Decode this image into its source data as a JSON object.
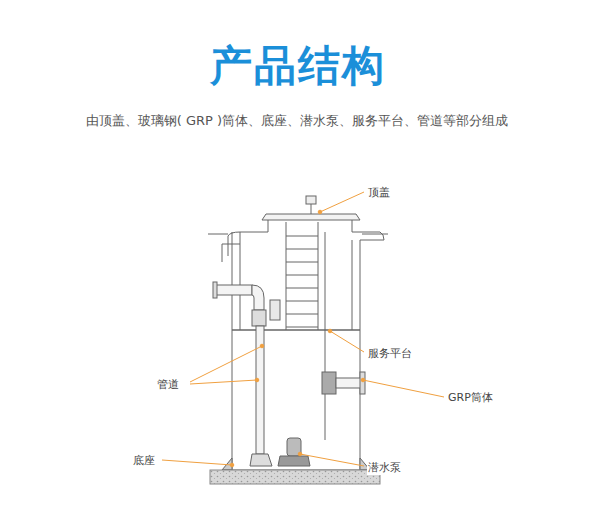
{
  "diagram": {
    "title": "产品结构",
    "labels": [
      "由顶盖、玻璃钢( GRP )筒体、底座、潜水泵、服务平台、管道等部分组成",
      "顶盖",
      "服务平台",
      "管道",
      "GRP筒体",
      "底座",
      "潜水泵"
    ]
  }
}
